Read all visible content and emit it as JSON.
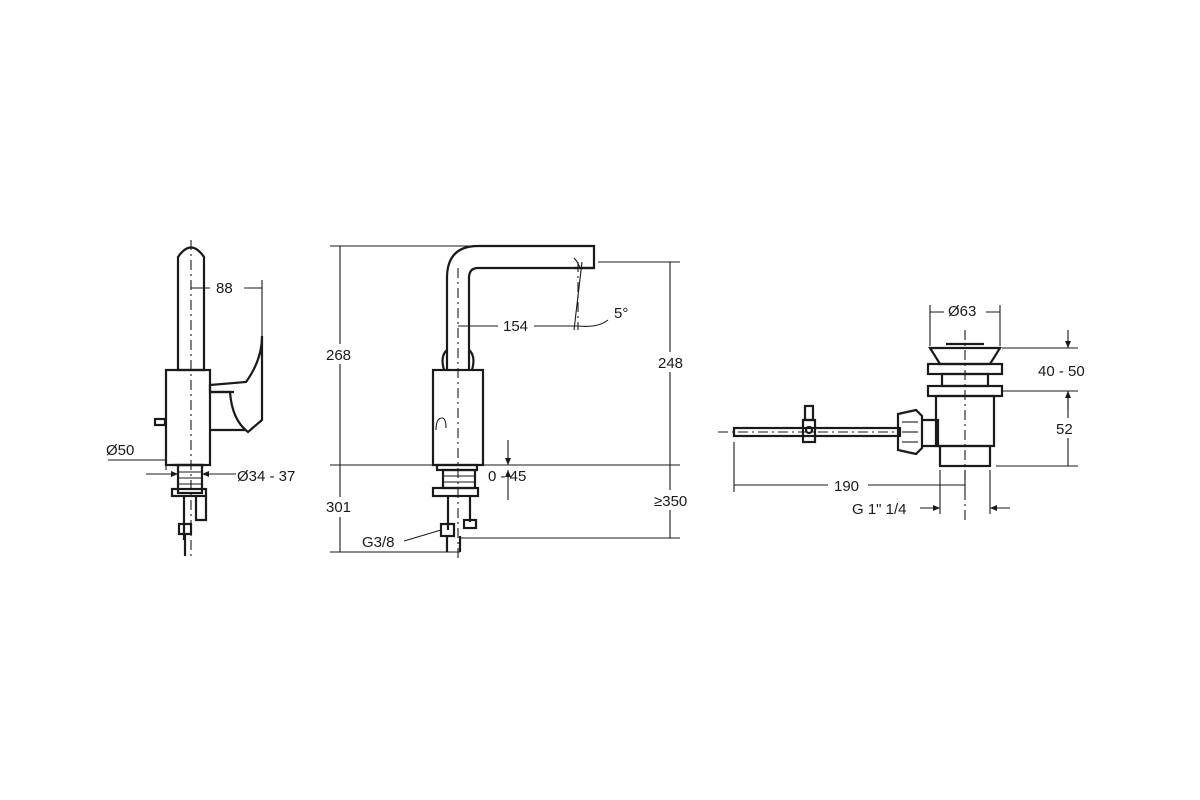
{
  "side_view": {
    "dim_reach": "88",
    "dim_base_diameter": "Ø50",
    "dim_hole_diameter": "Ø34 - 37"
  },
  "front_view": {
    "dim_total_height": "268",
    "dim_spout_reach": "154",
    "dim_angle": "5°",
    "dim_outlet_height": "248",
    "dim_below_deck": "301",
    "dim_deck_thickness": "0 - 45",
    "dim_hose_length": "≥350",
    "dim_thread": "G3/8"
  },
  "waste_view": {
    "dim_plug_diameter": "Ø63",
    "dim_plug_adjust": "40 - 50",
    "dim_body_height": "52",
    "dim_rod_length": "190",
    "dim_waste_thread": "G 1\" 1/4"
  }
}
